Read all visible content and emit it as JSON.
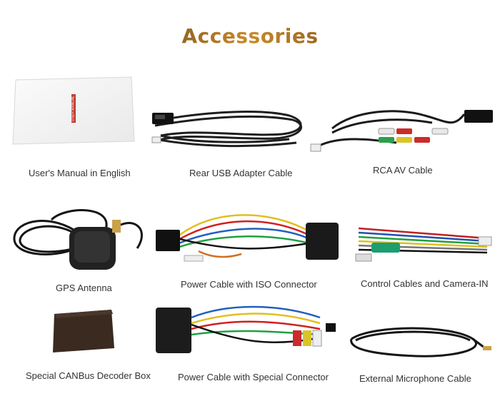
{
  "page": {
    "title": "Accessories"
  },
  "items": [
    {
      "label": "User's Manual in English",
      "icon": "user-manual"
    },
    {
      "label": "Rear USB Adapter Cable",
      "icon": "usb-cable"
    },
    {
      "label": "RCA AV Cable",
      "icon": "rca-cable"
    },
    {
      "label": "GPS Antenna",
      "icon": "gps-antenna"
    },
    {
      "label": "Power Cable with ISO Connector",
      "icon": "iso-power-cable"
    },
    {
      "label": "Control Cables and Camera-IN",
      "icon": "control-cables"
    },
    {
      "label": "Special CANBus Decoder Box",
      "icon": "canbus-box"
    },
    {
      "label": "Power Cable with Special Connector",
      "icon": "special-power-cable"
    },
    {
      "label": "External Microphone Cable",
      "icon": "microphone-cable"
    }
  ],
  "manual_cover_text": "USER MANUAL"
}
